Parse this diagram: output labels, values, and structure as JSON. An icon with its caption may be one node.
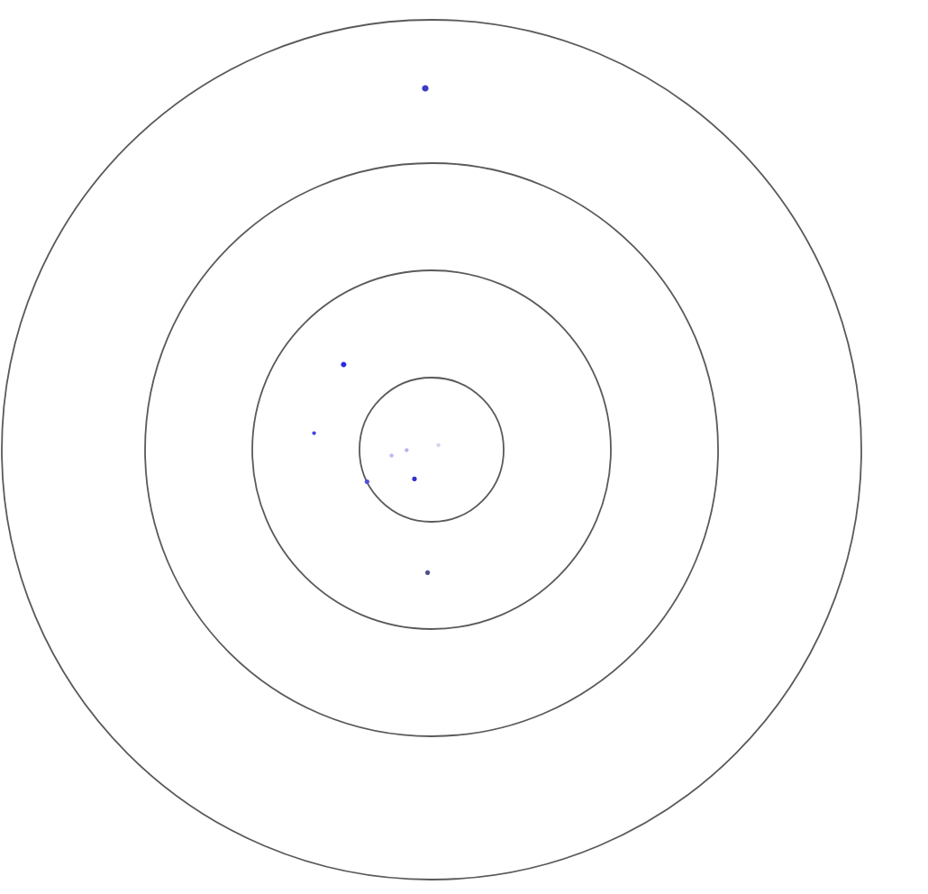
{
  "diagram": {
    "nodes": [
      {
        "text": [],
        "shape": "circle"
      },
      {
        "text": [],
        "shape": "circle",
        "in": 0
      },
      {
        "text": [],
        "shape": "circle",
        "in": 1
      },
      {
        "text": [],
        "shape": "circle",
        "in": 2
      },
      {
        "text": [],
        "shape": "dot",
        "in": 0
      },
      {
        "text": [],
        "shape": "dot",
        "in": 2
      },
      {
        "text": [],
        "shape": "dot",
        "in": 2
      },
      {
        "text": [],
        "shape": "dot",
        "in": 3
      },
      {
        "text": [],
        "shape": "dot",
        "in": 3
      },
      {
        "text": [],
        "shape": "dot",
        "in": 3
      },
      {
        "text": [],
        "shape": "dot",
        "in": 3
      },
      {
        "text": [],
        "shape": "dot",
        "in": 2
      },
      {
        "text": [],
        "shape": "dot",
        "in": 2
      }
    ]
  }
}
